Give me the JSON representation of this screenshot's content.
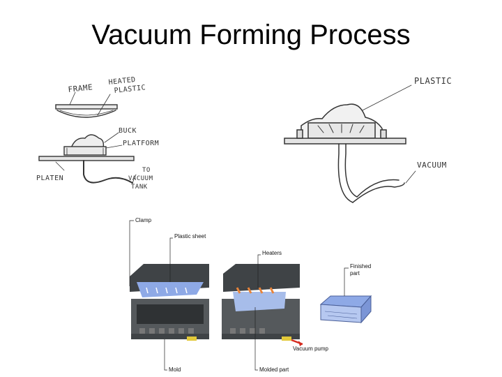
{
  "title": "Vacuum Forming Process",
  "sketch_left": {
    "frame": "FRAME",
    "heated": "HEATED",
    "plastic": "PLASTIC",
    "buck": "BUCK",
    "platform": "PLATFORM",
    "platen": "PLATEN",
    "to": "TO",
    "vacuum": "VACUUM",
    "tank": "TANK"
  },
  "sketch_right": {
    "plastic": "PLASTIC",
    "vacuum": "VACUUM"
  },
  "photo_labels": {
    "clamp": "Clamp",
    "plastic_sheet": "Plastic sheet",
    "heaters": "Heaters",
    "finished": "Finished",
    "part": "part",
    "vacuum_pump": "Vacuum pump",
    "mold": "Mold",
    "molded_part": "Molded part"
  },
  "colors": {
    "machine_dark": "#3f4346",
    "machine_body": "#55595c",
    "plastic_blue": "#8ea9e6",
    "heater_orange": "#e8843a",
    "pipe_yellow": "#e3c93a",
    "arrow_red": "#d42a1f"
  }
}
